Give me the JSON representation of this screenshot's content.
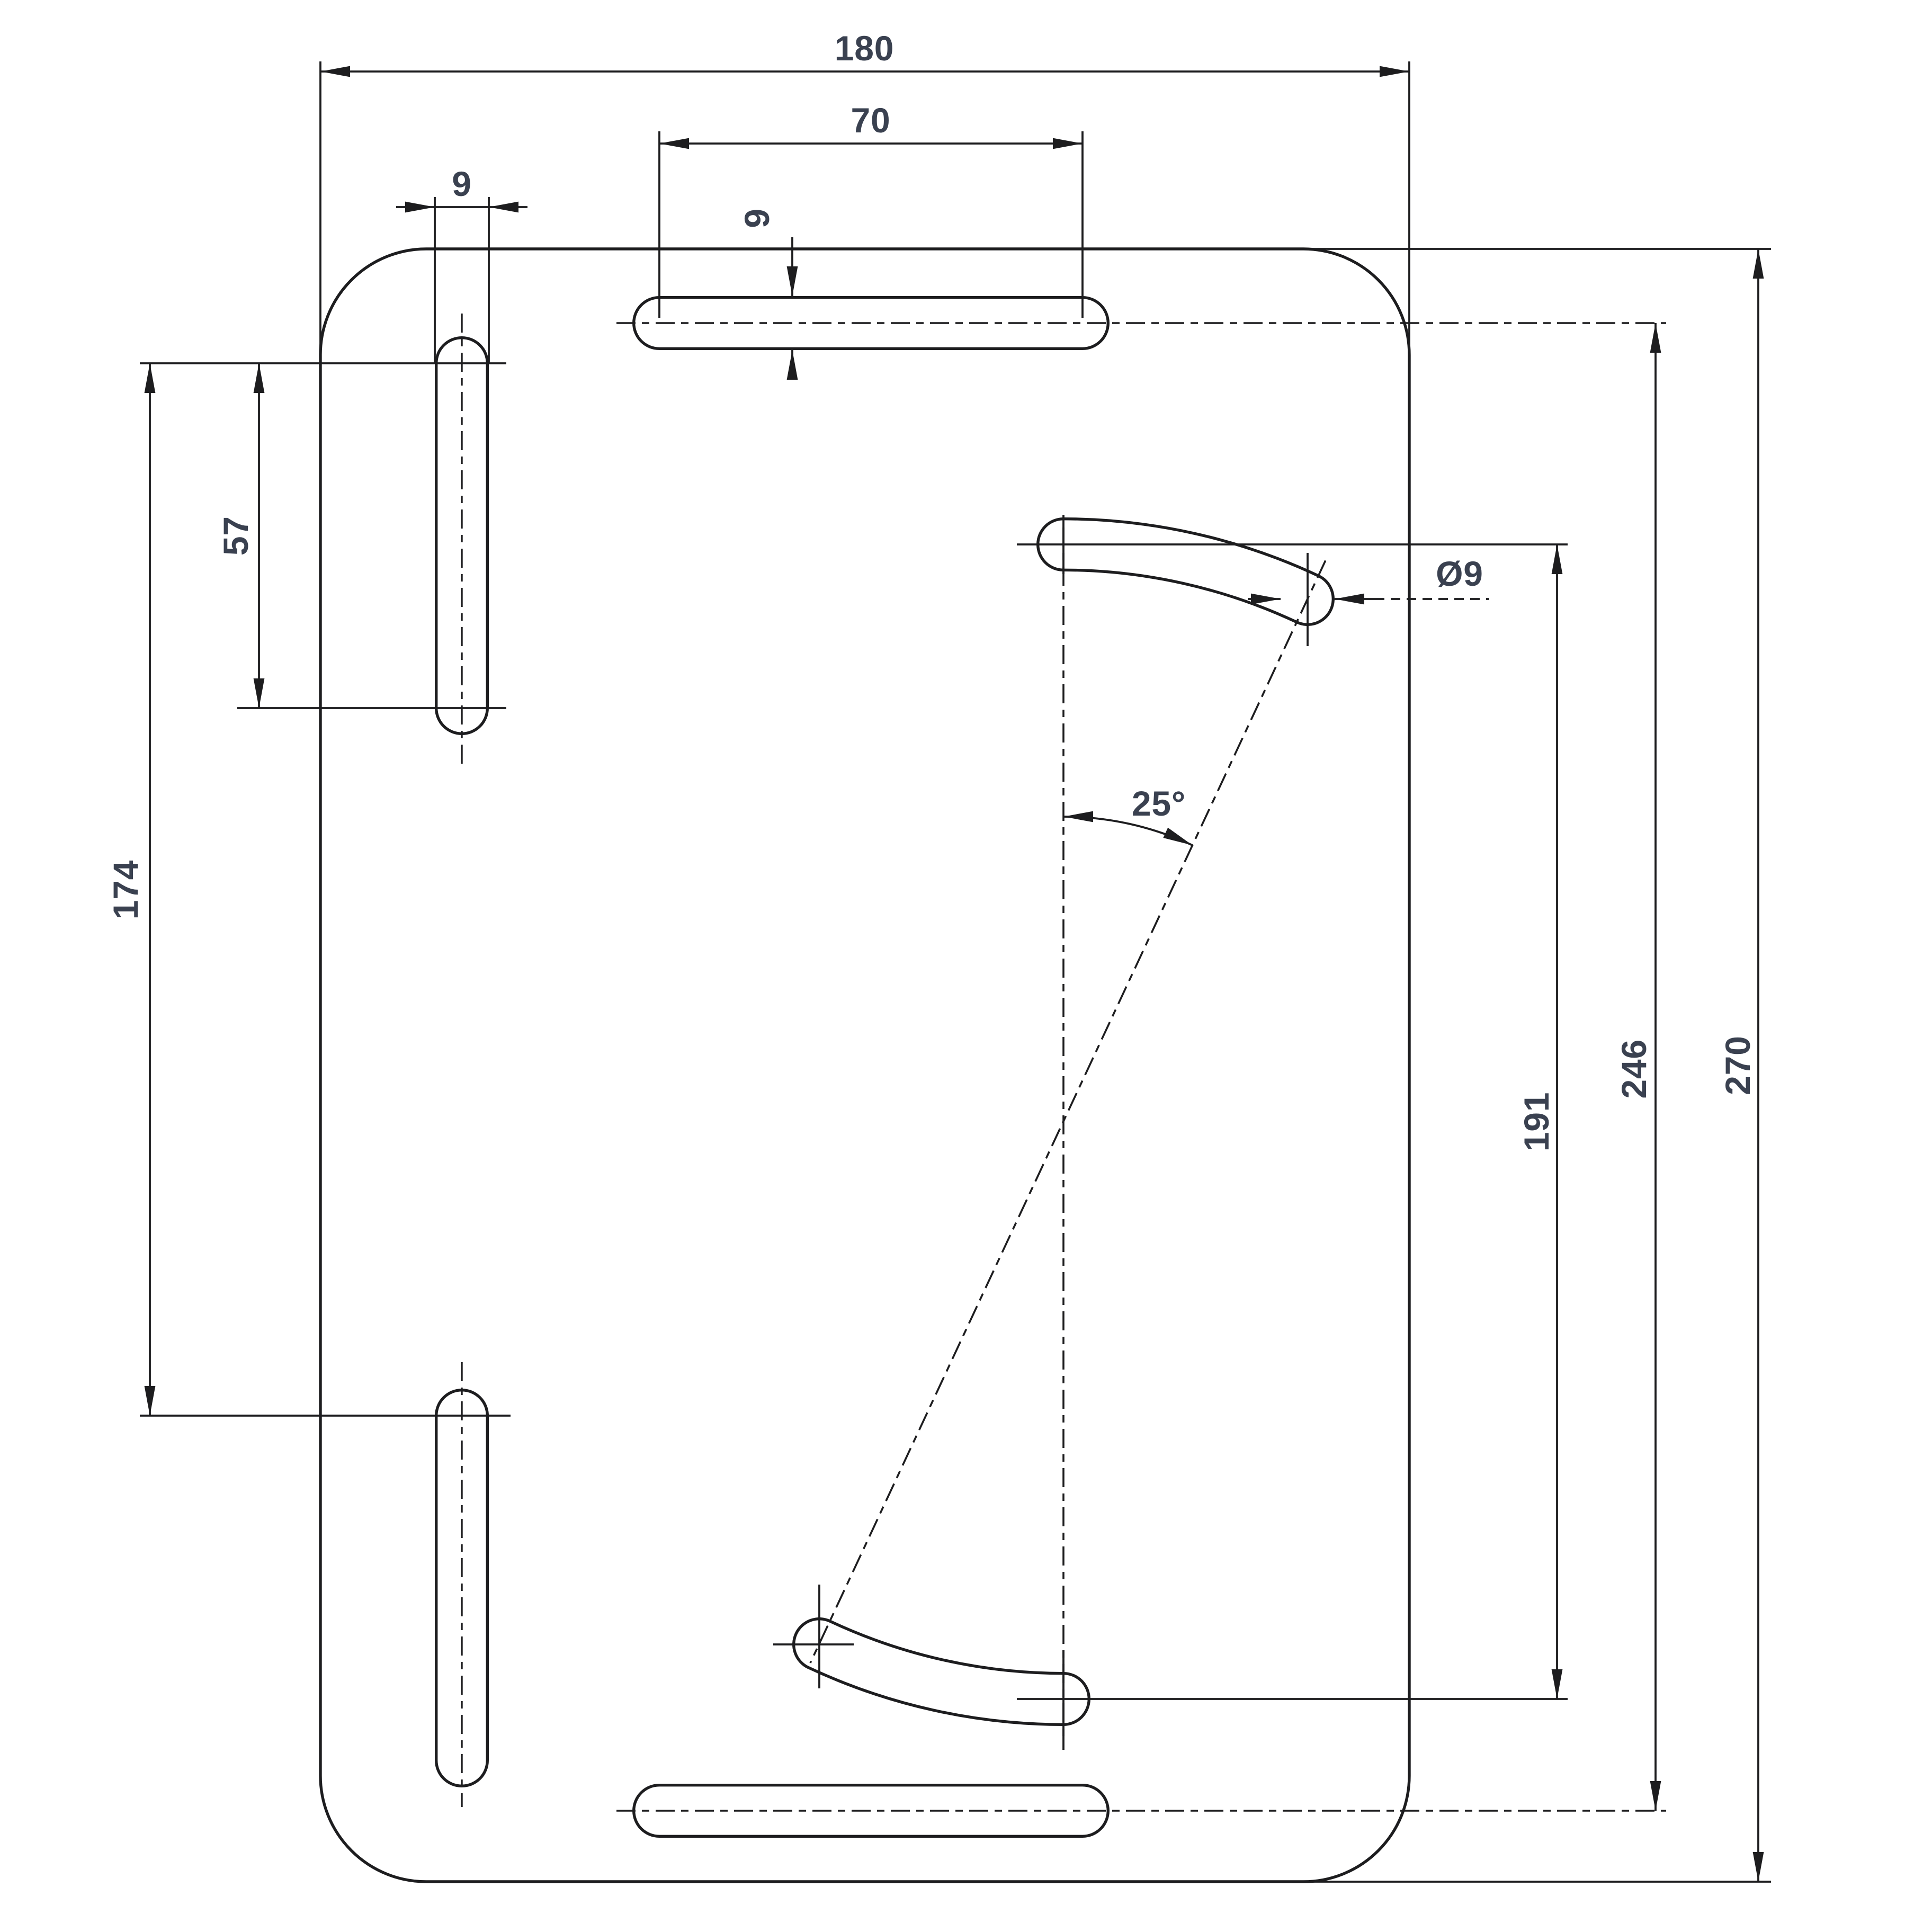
{
  "drawing": {
    "kind": "engineering-dimension-drawing",
    "part": "rectangular plate with slots",
    "colors": {
      "background": "#ffffff",
      "line": "#1d1d1f",
      "dimension_text": "#3a4150"
    },
    "dims": {
      "plate_width": "180",
      "plate_height": "270",
      "top_slot_length": "70",
      "top_slot_width": "9",
      "left_slot_width": "9",
      "left_slot_length": "57",
      "left_slots_spacing": "174",
      "curved_slot_span": "191",
      "horizontal_slots_spacing": "246",
      "hole_diameter": "Ø9",
      "swing_angle": "25°"
    }
  }
}
